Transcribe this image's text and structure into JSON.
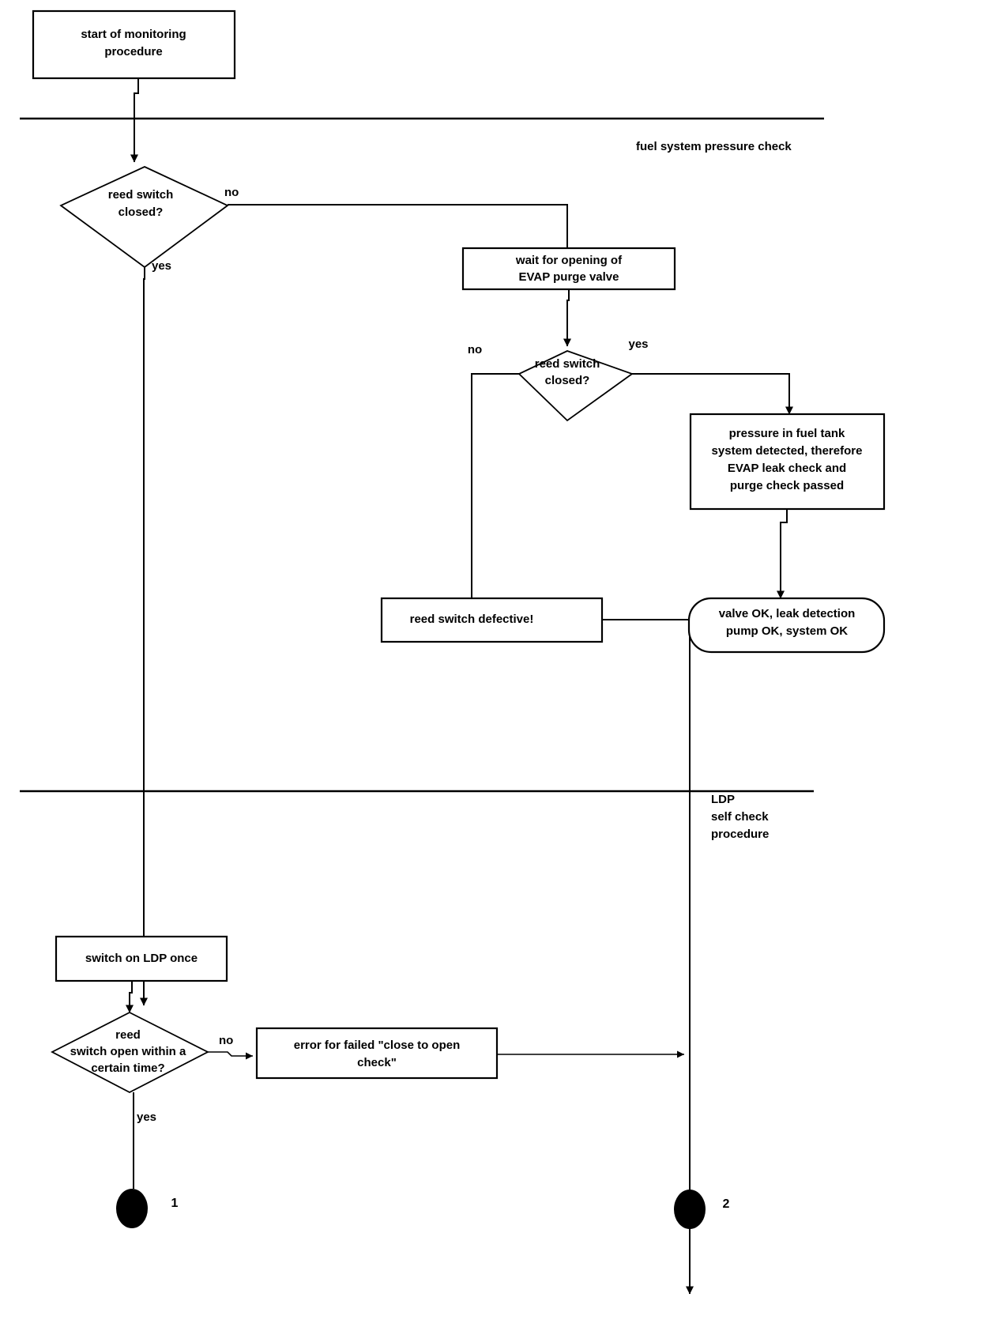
{
  "diagram": {
    "title": "EVAP monitoring procedure flowchart",
    "background_color": "#ffffff",
    "line_color": "#000000"
  },
  "swimlanes": [
    {
      "id": "fuel-system-pressure-check",
      "label": "fuel system pressure check"
    },
    {
      "id": "ldp-self-check-procedure",
      "label_line1": "LDP",
      "label_line2": "self check",
      "label_line3": "procedure"
    }
  ],
  "nodes": {
    "start": {
      "type": "process",
      "line1": "start of monitoring",
      "line2": "procedure"
    },
    "decision_reed_closed_1": {
      "type": "decision",
      "line1": "reed switch",
      "line2": "closed?"
    },
    "wait_evap": {
      "type": "process",
      "line1": "wait for opening of",
      "line2": "EVAP purge valve"
    },
    "decision_reed_closed_2": {
      "type": "decision",
      "line1": "reed switch",
      "line2": "closed?"
    },
    "pressure_detected": {
      "type": "process",
      "line1": "pressure in fuel  tank",
      "line2": "system detected, therefore",
      "line3": "EVAP leak check and",
      "line4": "purge check passed"
    },
    "valve_ok": {
      "type": "terminal-rounded",
      "line1": "valve OK, leak detection",
      "line2": "pump OK, system OK"
    },
    "reed_defective": {
      "type": "process",
      "line1": "reed switch defective!"
    },
    "switch_on_ldp": {
      "type": "process",
      "line1": "switch on LDP once"
    },
    "decision_switch_open": {
      "type": "decision",
      "line1": "reed",
      "line2": "switch open within  a",
      "line3": "certain time?"
    },
    "error_close_to_open": {
      "type": "process",
      "line1": "error for failed \"close to open",
      "line2": "check\""
    },
    "end_1": {
      "type": "terminal-dot",
      "label": "1"
    },
    "end_2": {
      "type": "terminal-dot",
      "label": "2"
    }
  },
  "edge_labels": {
    "d1_no": "no",
    "d1_yes": "yes",
    "d2_no": "no",
    "d2_yes": "yes",
    "d3_no": "no",
    "d3_yes": "yes"
  }
}
